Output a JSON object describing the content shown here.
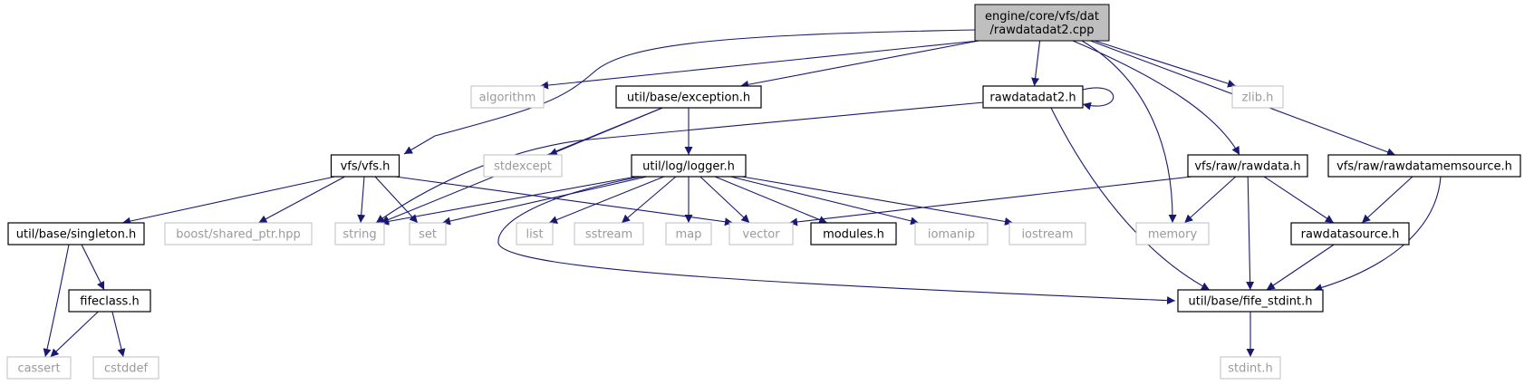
{
  "graph": {
    "edge_color": "#191970",
    "nodes": [
      {
        "id": "main",
        "lines": [
          "engine/core/vfs/dat",
          "/rawdatadat2.cpp"
        ],
        "style": "current"
      },
      {
        "id": "algorithm",
        "lines": [
          "algorithm"
        ],
        "style": "external"
      },
      {
        "id": "exception",
        "lines": [
          "util/base/exception.h"
        ],
        "style": "internal"
      },
      {
        "id": "rawdatadat2h",
        "lines": [
          "rawdatadat2.h"
        ],
        "style": "internal"
      },
      {
        "id": "zlib",
        "lines": [
          "zlib.h"
        ],
        "style": "external"
      },
      {
        "id": "vfsh",
        "lines": [
          "vfs/vfs.h"
        ],
        "style": "internal"
      },
      {
        "id": "stdexcept",
        "lines": [
          "stdexcept"
        ],
        "style": "external"
      },
      {
        "id": "logger",
        "lines": [
          "util/log/logger.h"
        ],
        "style": "internal"
      },
      {
        "id": "rawdata",
        "lines": [
          "vfs/raw/rawdata.h"
        ],
        "style": "internal"
      },
      {
        "id": "memsource",
        "lines": [
          "vfs/raw/rawdatamemsource.h"
        ],
        "style": "internal"
      },
      {
        "id": "singleton",
        "lines": [
          "util/base/singleton.h"
        ],
        "style": "internal"
      },
      {
        "id": "boost",
        "lines": [
          "boost/shared_ptr.hpp"
        ],
        "style": "external"
      },
      {
        "id": "string",
        "lines": [
          "string"
        ],
        "style": "external"
      },
      {
        "id": "set",
        "lines": [
          "set"
        ],
        "style": "external"
      },
      {
        "id": "list",
        "lines": [
          "list"
        ],
        "style": "external"
      },
      {
        "id": "sstream",
        "lines": [
          "sstream"
        ],
        "style": "external"
      },
      {
        "id": "map",
        "lines": [
          "map"
        ],
        "style": "external"
      },
      {
        "id": "vector",
        "lines": [
          "vector"
        ],
        "style": "external"
      },
      {
        "id": "modules",
        "lines": [
          "modules.h"
        ],
        "style": "internal"
      },
      {
        "id": "iomanip",
        "lines": [
          "iomanip"
        ],
        "style": "external"
      },
      {
        "id": "iostream",
        "lines": [
          "iostream"
        ],
        "style": "external"
      },
      {
        "id": "memory",
        "lines": [
          "memory"
        ],
        "style": "external"
      },
      {
        "id": "rawdatasource",
        "lines": [
          "rawdatasource.h"
        ],
        "style": "internal"
      },
      {
        "id": "fifeclass",
        "lines": [
          "fifeclass.h"
        ],
        "style": "internal"
      },
      {
        "id": "fifestdint",
        "lines": [
          "util/base/fife_stdint.h"
        ],
        "style": "internal"
      },
      {
        "id": "cassert",
        "lines": [
          "cassert"
        ],
        "style": "external"
      },
      {
        "id": "cstddef",
        "lines": [
          "cstddef"
        ],
        "style": "external"
      },
      {
        "id": "stdint",
        "lines": [
          "stdint.h"
        ],
        "style": "external"
      }
    ],
    "edges": [
      {
        "from": "main",
        "to": "algorithm"
      },
      {
        "from": "main",
        "to": "exception"
      },
      {
        "from": "main",
        "to": "rawdatadat2h"
      },
      {
        "from": "main",
        "to": "zlib"
      },
      {
        "from": "main",
        "to": "vfsh"
      },
      {
        "from": "main",
        "to": "rawdata"
      },
      {
        "from": "main",
        "to": "memsource"
      },
      {
        "from": "main",
        "to": "memory"
      },
      {
        "from": "exception",
        "to": "stdexcept"
      },
      {
        "from": "exception",
        "to": "logger"
      },
      {
        "from": "exception",
        "to": "string"
      },
      {
        "from": "rawdatadat2h",
        "to": "rawdatadat2h"
      },
      {
        "from": "rawdatadat2h",
        "to": "string"
      },
      {
        "from": "rawdatadat2h",
        "to": "fifestdint"
      },
      {
        "from": "vfsh",
        "to": "singleton"
      },
      {
        "from": "vfsh",
        "to": "boost"
      },
      {
        "from": "vfsh",
        "to": "string"
      },
      {
        "from": "vfsh",
        "to": "set"
      },
      {
        "from": "vfsh",
        "to": "vector"
      },
      {
        "from": "logger",
        "to": "string"
      },
      {
        "from": "logger",
        "to": "set"
      },
      {
        "from": "logger",
        "to": "list"
      },
      {
        "from": "logger",
        "to": "sstream"
      },
      {
        "from": "logger",
        "to": "map"
      },
      {
        "from": "logger",
        "to": "vector"
      },
      {
        "from": "logger",
        "to": "modules"
      },
      {
        "from": "logger",
        "to": "iomanip"
      },
      {
        "from": "logger",
        "to": "iostream"
      },
      {
        "from": "logger",
        "to": "fifestdint"
      },
      {
        "from": "rawdata",
        "to": "vector"
      },
      {
        "from": "rawdata",
        "to": "memory"
      },
      {
        "from": "rawdata",
        "to": "fifestdint"
      },
      {
        "from": "rawdata",
        "to": "rawdatasource"
      },
      {
        "from": "memsource",
        "to": "rawdatasource"
      },
      {
        "from": "memsource",
        "to": "fifestdint"
      },
      {
        "from": "singleton",
        "to": "cassert"
      },
      {
        "from": "singleton",
        "to": "fifeclass"
      },
      {
        "from": "fifeclass",
        "to": "cassert"
      },
      {
        "from": "fifeclass",
        "to": "cstddef"
      },
      {
        "from": "rawdatasource",
        "to": "fifestdint"
      },
      {
        "from": "fifestdint",
        "to": "stdint"
      }
    ]
  }
}
